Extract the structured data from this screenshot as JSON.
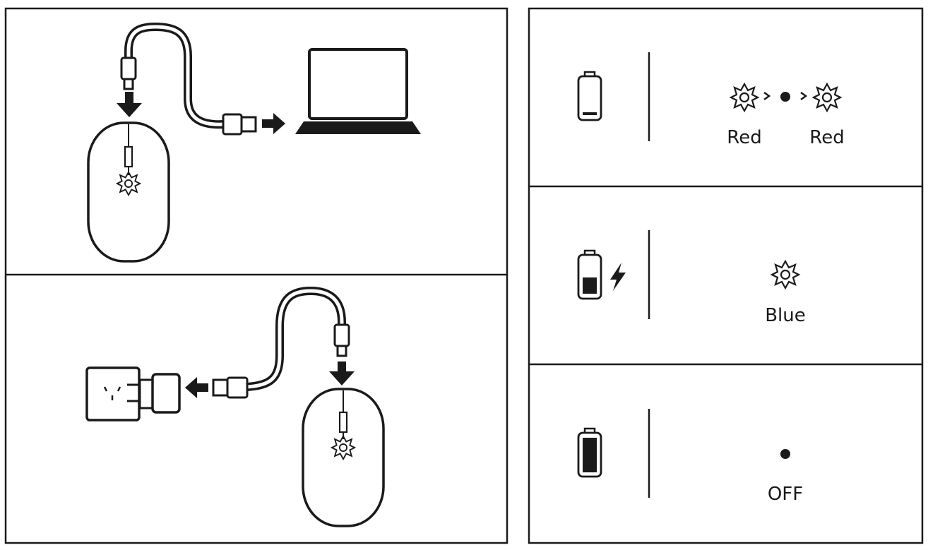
{
  "colors": {
    "ink": "#1a1a1a",
    "background": "#ffffff"
  },
  "left_panel": {
    "top_scene": {
      "name": "charge-via-computer",
      "icons": [
        "usb-c-plug-icon",
        "usb-a-plug-icon",
        "laptop-icon",
        "mouse-icon",
        "led-light-icon",
        "arrow-down-icon",
        "arrow-right-icon"
      ]
    },
    "bottom_scene": {
      "name": "charge-via-wall-adapter",
      "icons": [
        "wall-outlet-icon",
        "power-adapter-icon",
        "usb-a-plug-icon",
        "usb-c-plug-icon",
        "mouse-icon",
        "led-light-icon",
        "arrow-left-icon",
        "arrow-down-icon"
      ]
    }
  },
  "status_table": {
    "rows": [
      {
        "battery": "battery-low-icon",
        "indicator": "led-flashing-icon",
        "labels": [
          "Red",
          "Red"
        ]
      },
      {
        "battery": "battery-charging-icon",
        "indicator": "led-on-icon",
        "labels": [
          "Blue"
        ]
      },
      {
        "battery": "battery-full-icon",
        "indicator": "led-off-icon",
        "labels": [
          "OFF"
        ]
      }
    ]
  }
}
